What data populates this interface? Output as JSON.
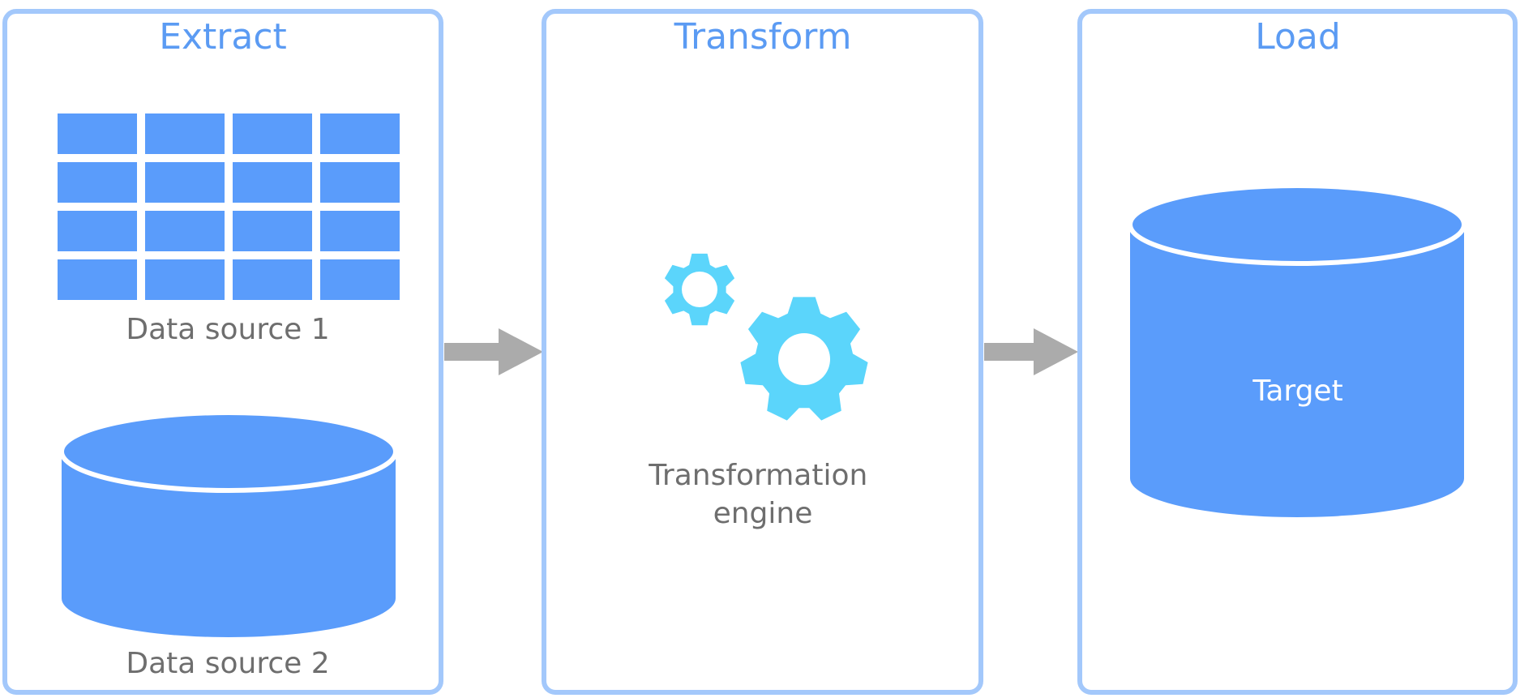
{
  "stages": {
    "extract": {
      "title": "Extract"
    },
    "transform": {
      "title": "Transform"
    },
    "load": {
      "title": "Load"
    }
  },
  "nodes": {
    "data_source_1": {
      "label": "Data source 1",
      "icon": "table-grid-icon"
    },
    "data_source_2": {
      "label": "Data source 2",
      "icon": "database-cylinder-icon"
    },
    "transformation_engine": {
      "label_line1": "Transformation",
      "label_line2": "engine",
      "icon": "gears-icon"
    },
    "target": {
      "label": "Target",
      "icon": "database-cylinder-icon"
    }
  },
  "flow": [
    {
      "from": "extract",
      "to": "transform"
    },
    {
      "from": "transform",
      "to": "load"
    }
  ],
  "colors": {
    "panel_border": "#a3c8fb",
    "title_text": "#5b9bf3",
    "shape_fill": "#5a9cfb",
    "gear_fill": "#5bd5fb",
    "arrow": "#ababab",
    "label_text": "#6e6e6e",
    "target_text": "#ffffff"
  }
}
